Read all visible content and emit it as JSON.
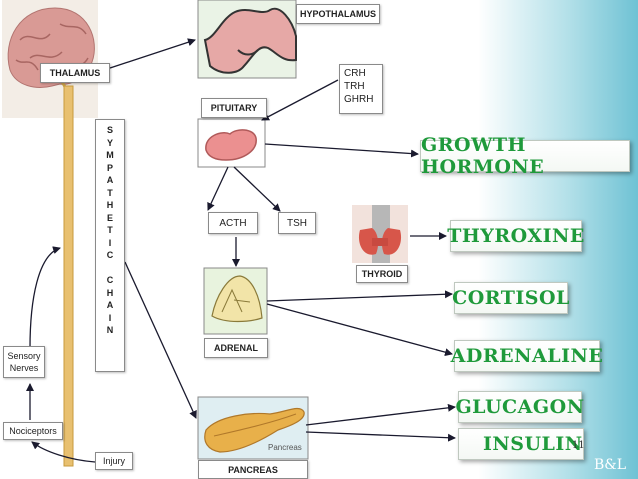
{
  "labels": {
    "hypothalamus": "HYPOTHALAMUS",
    "thalamus": "THALAMUS",
    "pituitary": "PITUITARY",
    "acth": "ACTH",
    "tsh": "TSH",
    "thyroid": "THYROID",
    "adrenal": "ADRENAL",
    "pancreas": "PANCREAS",
    "sensory_nerves": "Sensory Nerves",
    "nociceptors": "Nociceptors",
    "injury": "Injury",
    "pancreas_image_caption": "Pancreas"
  },
  "releasing_factors": [
    "CRH",
    "TRH",
    "GHRH"
  ],
  "sympathetic_chain": [
    "S",
    "Y",
    "M",
    "P",
    "A",
    "T",
    "H",
    "E",
    "T",
    "I",
    "C",
    "",
    "C",
    "H",
    "A",
    "I",
    "N"
  ],
  "hormones": {
    "growth_hormone": "GROWTH HORMONE",
    "thyroxine": "THYROXINE",
    "cortisol": "CORTISOL",
    "adrenaline": "ADRENALINE",
    "glucagon": "GLUCAGON",
    "insulin": "INSULIN"
  },
  "slide_number": "11",
  "brand": "B&L",
  "colors": {
    "hormone_text": "#1f9a3b",
    "arrow": "#1a1a2e",
    "spine": "#e8c070",
    "stripe": "#6fc2d4"
  }
}
